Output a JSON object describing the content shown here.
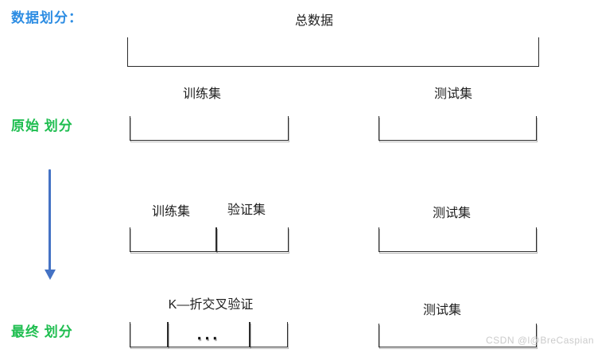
{
  "title": "数据划分：",
  "colors": {
    "title_blue": "#2d8de3",
    "row_label_green": "#1fbe50",
    "arrow_blue": "#4472c4",
    "bracket_line": "#2b2b2b",
    "bracket_shadow": "#7d7d7d",
    "watermark_gray": "#cbcbcb"
  },
  "total": {
    "label": "总数据"
  },
  "original_row": {
    "row_label": "原始 划分",
    "train_label": "训练集",
    "test_label": "测试集"
  },
  "intermediate_row": {
    "train_label": "训练集",
    "validation_label": "验证集",
    "test_label": "测试集"
  },
  "final_row": {
    "row_label": "最终 划分",
    "kfold_label": "K—折交叉验证",
    "ellipsis": "...",
    "test_label": "测试集"
  },
  "watermark": "CSDN @l@BreCaspian"
}
